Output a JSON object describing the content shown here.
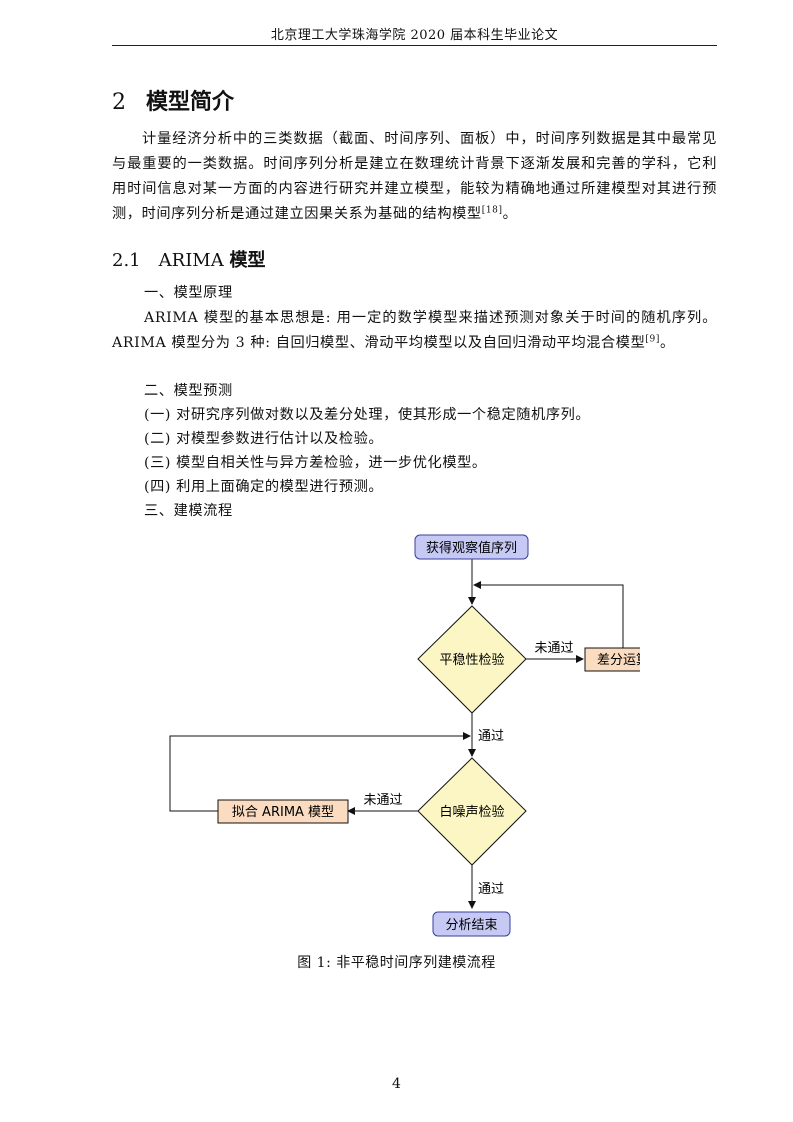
{
  "header": "北京理工大学珠海学院 2020 届本科生毕业论文",
  "section": {
    "number": "2",
    "title": "模型简介"
  },
  "intro_text": "计量经济分析中的三类数据（截面、时间序列、面板）中，时间序列数据是其中最常见与最重要的一类数据。时间序列分析是建立在数理统计背景下逐渐发展和完善的学科，它利用时间信息对某一方面的内容进行研究并建立模型，能较为精确地通过所建模型对其进行预测，时间序列分析是通过建立因果关系为基础的结构模型",
  "intro_cite": "[18]",
  "intro_end": "。",
  "subsection": {
    "number": "2.1",
    "title_plain": "ARIMA",
    "title_bold": "模型"
  },
  "principle_heading": "一、模型原理",
  "principle_text": "ARIMA 模型的基本思想是: 用一定的数学模型来描述预测对象关于时间的随机序列。ARIMA 模型分为 3 种: 自回归模型、滑动平均模型以及自回归滑动平均混合模型",
  "principle_cite": "[9]",
  "principle_end": "。",
  "forecast_heading": "二、模型预测",
  "steps": [
    "(一) 对研究序列做对数以及差分处理，使其形成一个稳定随机序列。",
    "(二) 对模型参数进行估计以及检验。",
    "(三) 模型自相关性与异方差检验，进一步优化模型。",
    "(四) 利用上面确定的模型进行预测。"
  ],
  "process_heading": "三、建模流程",
  "flow": {
    "start": "获得观察值序列",
    "check1": "平稳性检验",
    "fail1": "未通过",
    "diff": "差分运算",
    "pass1": "通过",
    "check2": "白噪声检验",
    "fail2": "未通过",
    "fit": "拟合 ARIMA 模型",
    "pass2": "通过",
    "end": "分析结束"
  },
  "colors": {
    "terminal_fill": "#c7c9f5",
    "terminal_stroke": "#3a3f9c",
    "decision_fill": "#fbf6c4",
    "process_fill": "#fbdcc0"
  },
  "caption": "图 1: 非平稳时间序列建模流程",
  "page_number": "4"
}
